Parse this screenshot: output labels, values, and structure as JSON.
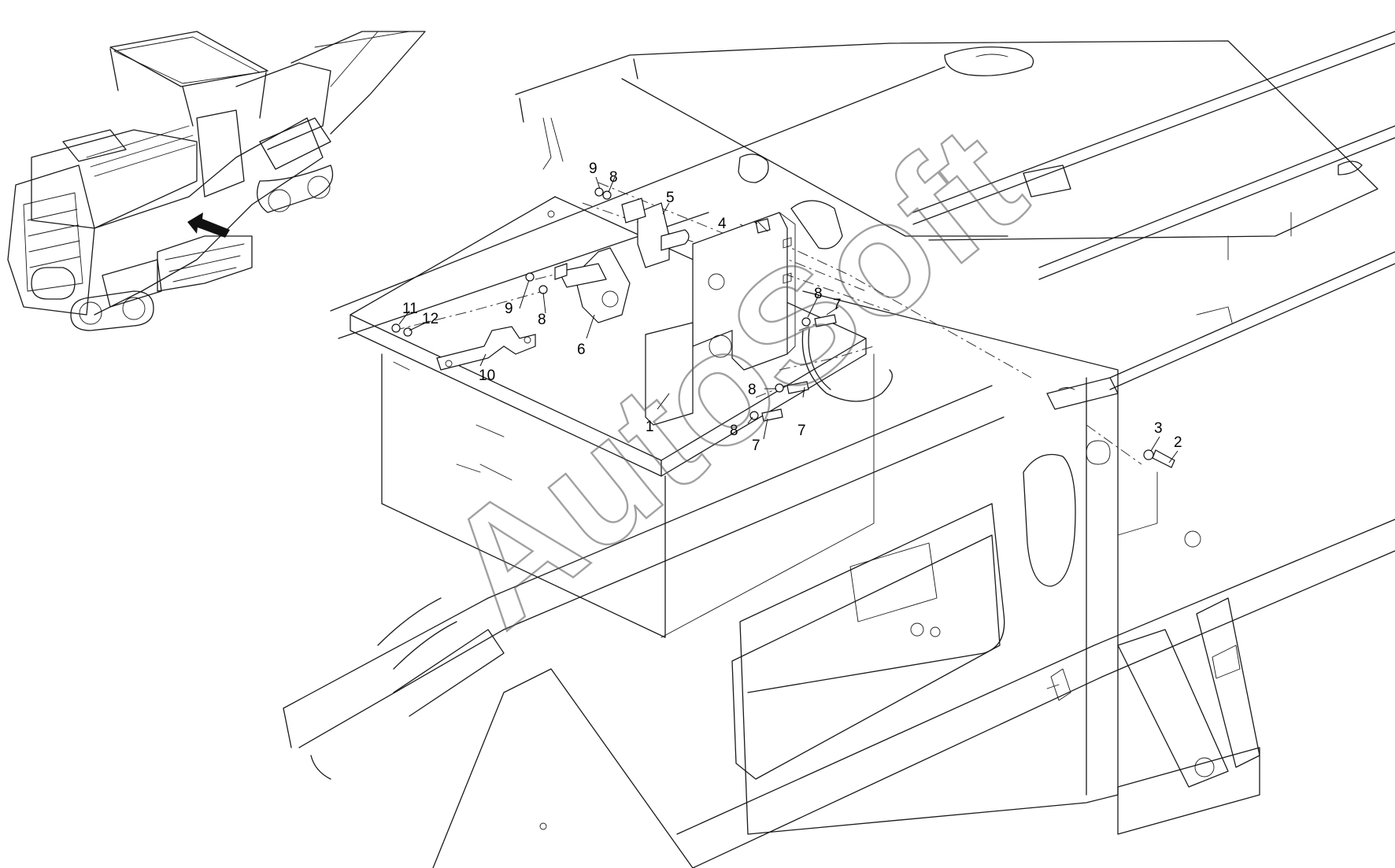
{
  "watermark": "AutoSoft",
  "callouts": [
    "1",
    "2",
    "3",
    "4",
    "5",
    "6",
    "7",
    "7",
    "7",
    "8",
    "8",
    "8",
    "8",
    "8",
    "9",
    "9",
    "10",
    "11",
    "12"
  ],
  "labels": {
    "p1": "1",
    "p2": "2",
    "p3": "3",
    "p4": "4",
    "p5": "5",
    "p6": "6",
    "p7a": "7",
    "p7b": "7",
    "p7c": "7",
    "p8a": "8",
    "p8b": "8",
    "p8c": "8",
    "p8d": "8",
    "p8e": "8",
    "p9a": "9",
    "p9b": "9",
    "p10": "10",
    "p11": "11",
    "p12": "12"
  }
}
